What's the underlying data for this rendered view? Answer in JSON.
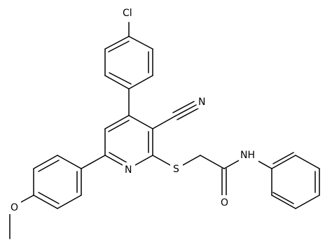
{
  "structure": {
    "atom_labels": {
      "chlorine": "Cl",
      "nitrile_nitrogen": "N",
      "pyridine_nitrogen": "N",
      "sulfur": "S",
      "carbonyl_oxygen": "O",
      "amide_nitrogen": "NH",
      "ether_oxygen": "O"
    }
  }
}
